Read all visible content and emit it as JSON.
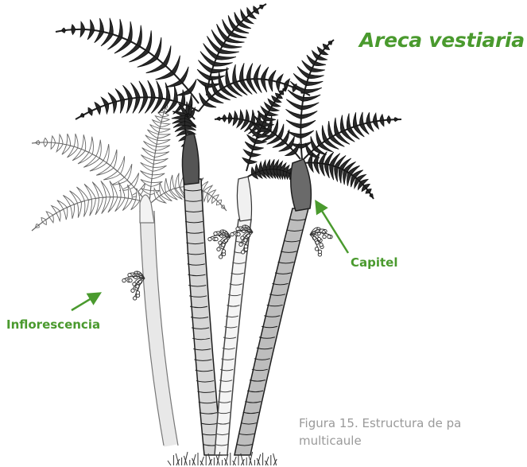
{
  "species_name": "Areca vestiaria",
  "labels": {
    "capitel": "Capitel",
    "inflorescencia": "Inflorescencia"
  },
  "caption": {
    "line1": "Figura 15. Estructura de pa",
    "line2": "multicaule"
  },
  "colors": {
    "accent_green": "#4a9a2e",
    "ink": "#1f1f1f",
    "caption_gray": "#9a9a9a"
  }
}
